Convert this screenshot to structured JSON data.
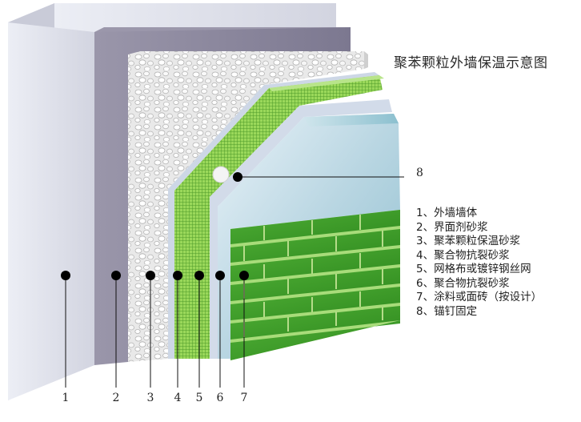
{
  "title": "聚苯颗粒外墙保温示意图",
  "legend": [
    "1、外墙墙体",
    "2、界面剂砂浆",
    "3、聚苯颗粒保温砂浆",
    "4、聚合物抗裂砂浆",
    "5、网格布或镀锌钢丝网",
    "6、聚合物抗裂砂浆",
    "7、涂料或面砖（按设计）",
    "8、锚钉固定"
  ],
  "layer_numbers": [
    "1",
    "2",
    "3",
    "4",
    "5",
    "6",
    "7"
  ],
  "callout_number": "8",
  "colors": {
    "wall": "#dfe0eb",
    "interface_mortar": "#8a8598",
    "eps_insulation": "#e6e6e6",
    "crack_mortar": "#cdd7e6",
    "mesh": "#8ccf4f",
    "tile": "#3c9a28",
    "grout": "#b6dc8a"
  }
}
